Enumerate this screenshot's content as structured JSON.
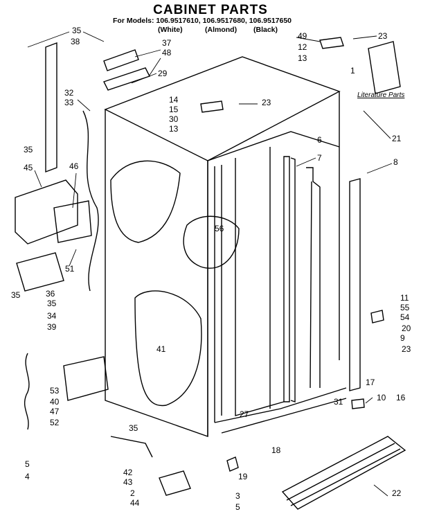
{
  "title": "CABINET PARTS",
  "models_line": "For Models: 106.9517610, 106.9517680, 106.9517650",
  "colors": [
    "(White)",
    "(Almond)",
    "(Black)"
  ],
  "literature_label": "Literature Parts",
  "callouts": [
    "35",
    "38",
    "37",
    "48",
    "29",
    "32",
    "33",
    "35",
    "45",
    "46",
    "51",
    "36",
    "35",
    "35",
    "34",
    "39",
    "53",
    "40",
    "47",
    "52",
    "35",
    "5",
    "4",
    "42",
    "43",
    "2",
    "44",
    "3",
    "5",
    "19",
    "27",
    "18",
    "22",
    "10",
    "31",
    "16",
    "23",
    "9",
    "17",
    "20",
    "54",
    "55",
    "11",
    "8",
    "7",
    "6",
    "56",
    "41",
    "21",
    "14",
    "15",
    "23",
    "30",
    "13",
    "49",
    "23",
    "12",
    "13",
    "1"
  ]
}
